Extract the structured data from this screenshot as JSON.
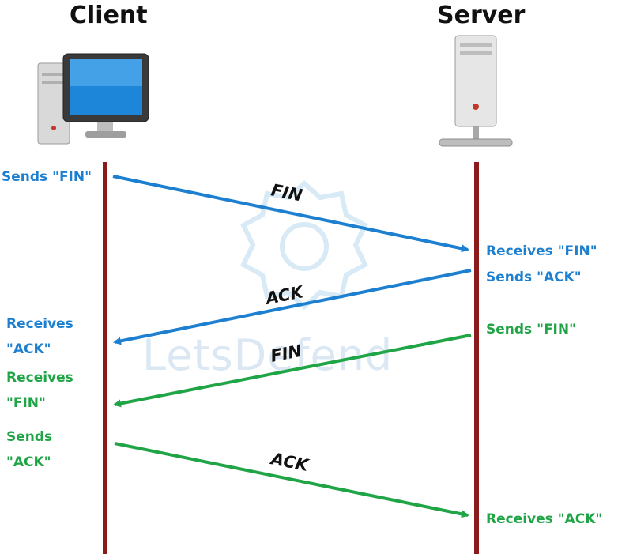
{
  "headers": {
    "client": "Client",
    "server": "Server"
  },
  "watermark": "LetsDefend",
  "colors": {
    "fin_phase": "#1c7fd0",
    "ack_phase": "#1fa446",
    "lifeline": "#8b1a1a",
    "text": "#111111"
  },
  "icons": {
    "client": "desktop-computer-icon",
    "server": "server-tower-icon"
  },
  "messages": [
    {
      "label": "FIN",
      "direction": "client-to-server",
      "color": "blue"
    },
    {
      "label": "ACK",
      "direction": "server-to-client",
      "color": "blue"
    },
    {
      "label": "FIN",
      "direction": "server-to-client",
      "color": "green"
    },
    {
      "label": "ACK",
      "direction": "client-to-server",
      "color": "green"
    }
  ],
  "client_notes": {
    "sends_fin": "Sends \"FIN\"",
    "receives_ack_1": "Receives",
    "receives_ack_2": "\"ACK\"",
    "receives_fin_1": "Receives",
    "receives_fin_2": "\"FIN\"",
    "sends_ack_1": "Sends",
    "sends_ack_2": "\"ACK\""
  },
  "server_notes": {
    "receives_fin": "Receives \"FIN\"",
    "sends_ack": "Sends \"ACK\"",
    "sends_fin": "Sends \"FIN\"",
    "receives_ack": "Receives \"ACK\""
  }
}
